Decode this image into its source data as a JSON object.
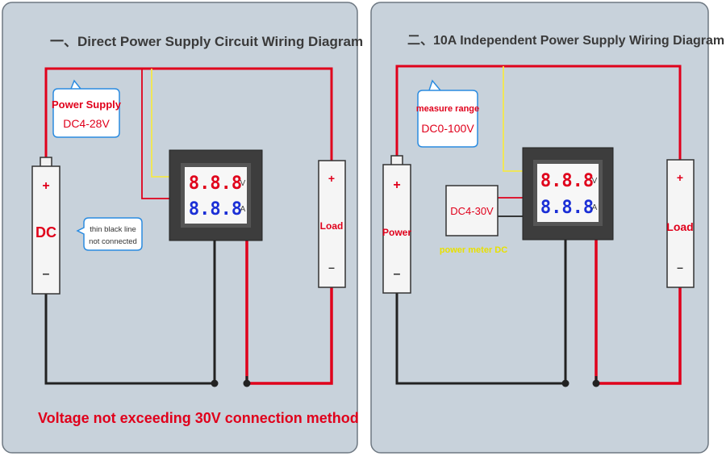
{
  "panel1": {
    "title": "一、Direct Power Supply Circuit Wiring Diagram",
    "supply_label_line1": "Power Supply",
    "supply_label_line2": "DC4-28V",
    "battery_plus": "+",
    "battery_minus": "–",
    "battery_label": "DC",
    "meter_top": "8.8.8",
    "meter_top_unit": "V",
    "meter_bottom": "8.8.8",
    "meter_bottom_unit": "A",
    "note_line1": "thin black line",
    "note_line2": "not connected",
    "load_plus": "+",
    "load_label": "Load",
    "load_minus": "–",
    "footer": "Voltage not exceeding 30V connection method"
  },
  "panel2": {
    "title": "二、10A Independent Power Supply Wiring Diagram",
    "range_line1": "measure range",
    "range_line2": "DC0-100V",
    "battery_plus": "+",
    "battery_label": "Power",
    "battery_minus": "–",
    "aux_supply": "DC4-30V",
    "aux_caption": "power meter DC",
    "meter_top": "8.8.8",
    "meter_top_unit": "V",
    "meter_bottom": "8.8.8",
    "meter_bottom_unit": "A",
    "load_plus": "+",
    "load_label": "Load",
    "load_minus": "–"
  },
  "colors": {
    "panel_bg": "#c8d2db",
    "wire_red": "#e0001b",
    "wire_yellow": "#f4e84a",
    "wire_black": "#222222",
    "digit_red": "#e0001b",
    "digit_blue": "#1b2fd6",
    "bubble_border": "#2a8be0",
    "accent_yellow": "#e8e000"
  }
}
